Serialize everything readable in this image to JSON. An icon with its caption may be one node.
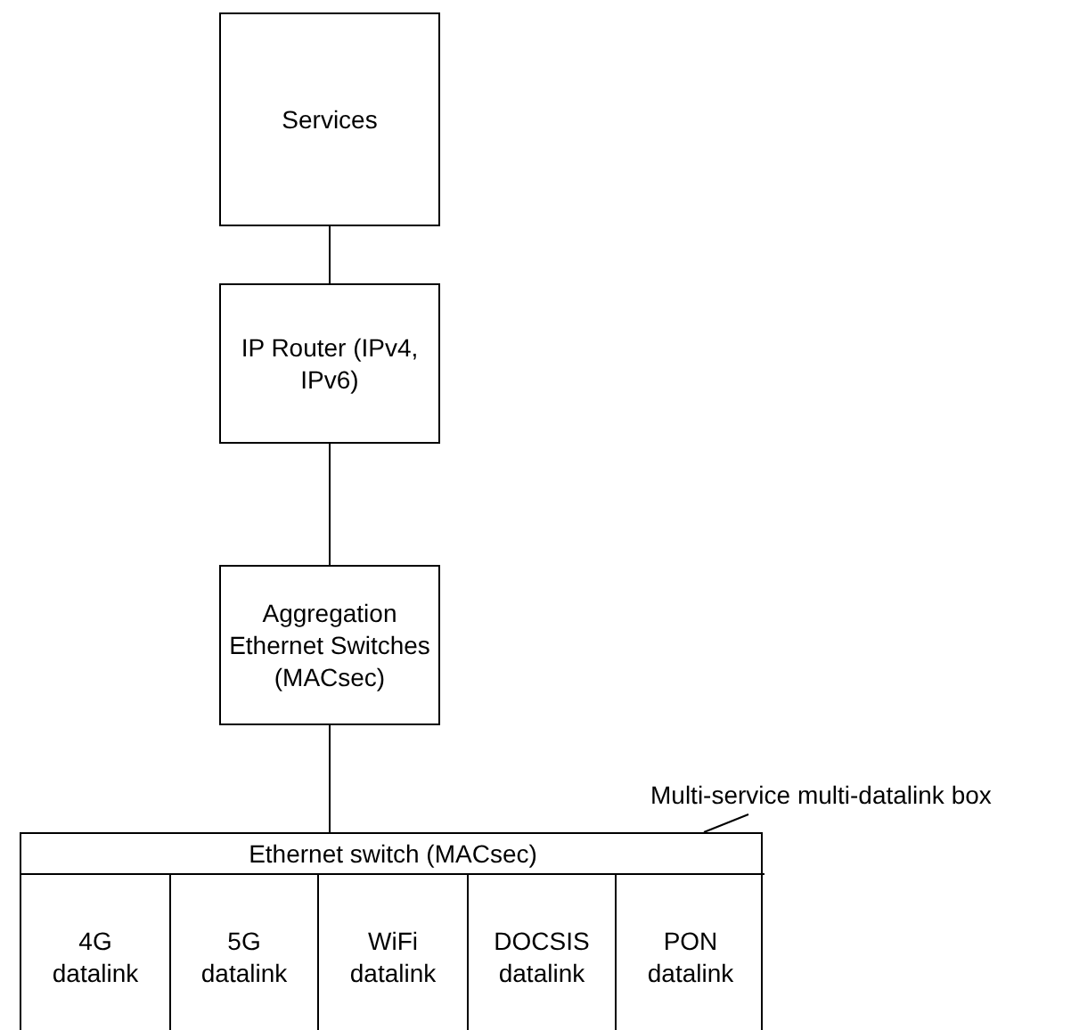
{
  "diagram": {
    "nodes": [
      {
        "text": [
          "Services"
        ]
      },
      {
        "text": [
          "IP Router (IPv4, IPv6)"
        ]
      },
      {
        "text": [
          "Aggregation Ethernet Switches (MACsec)"
        ]
      },
      {
        "text": [],
        "shape": "box"
      },
      {
        "text": [
          "Ethernet switch (MACsec)"
        ],
        "in": 3
      },
      {
        "text": [
          "4G datalink"
        ],
        "in": 3
      },
      {
        "text": [
          "5G datalink"
        ],
        "in": 3
      },
      {
        "text": [
          "WiFi datalink"
        ],
        "in": 3
      },
      {
        "text": [
          "DOCSIS datalink"
        ],
        "in": 3
      },
      {
        "text": [
          "PON datalink"
        ],
        "in": 3
      },
      {
        "text": [
          "Multi-service multi-datalink box"
        ]
      }
    ],
    "edges": [
      {
        "from": 0,
        "to": 1,
        "arrow": "none"
      },
      {
        "from": 1,
        "to": 2,
        "arrow": "none"
      },
      {
        "from": 2,
        "to": 4,
        "arrow": "none"
      },
      {
        "from": 10,
        "to": 3,
        "arrow": "none"
      }
    ]
  }
}
